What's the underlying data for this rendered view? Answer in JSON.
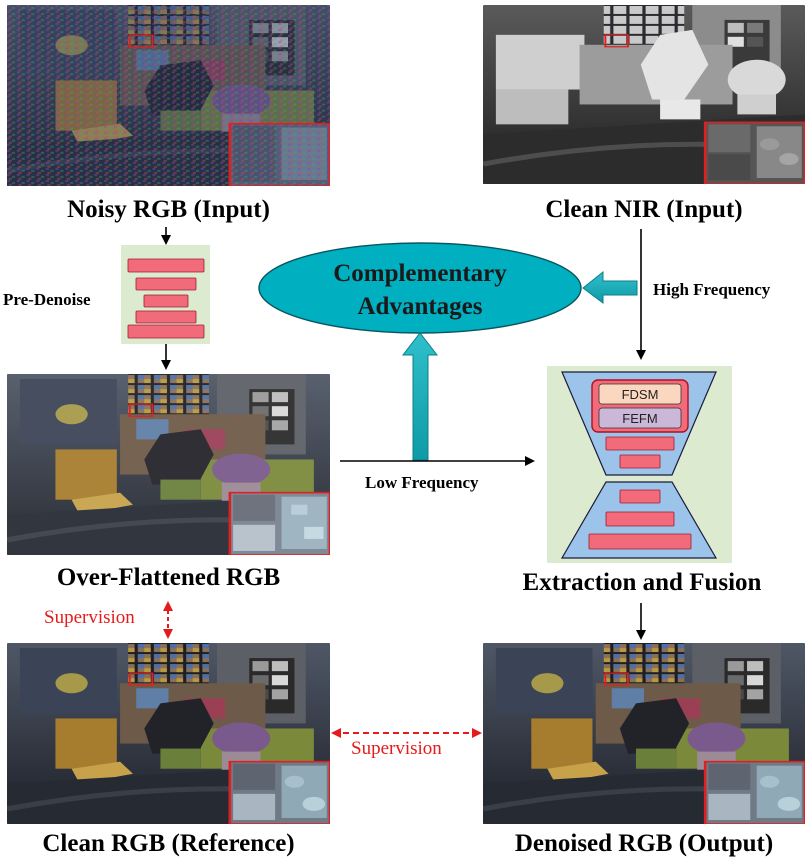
{
  "captions": {
    "noisy_rgb": "Noisy RGB (Input)",
    "clean_nir": "Clean NIR (Input)",
    "over_flattened": "Over-Flattened RGB",
    "extraction_fusion": "Extraction and Fusion",
    "clean_rgb": "Clean RGB (Reference)",
    "denoised_rgb": "Denoised RGB (Output)"
  },
  "labels": {
    "pre_denoise": "Pre-Denoise",
    "high_frequency": "High Frequency",
    "low_frequency": "Low Frequency",
    "supervision_vertical": "Supervision",
    "supervision_horizontal": "Supervision"
  },
  "ellipse": {
    "line1": "Complementary",
    "line2": "Advantages"
  },
  "modules": {
    "fdsm": "FDSM",
    "fefm": "FEFM"
  },
  "colors": {
    "ellipse_fill": "#00b0c0",
    "arrow_teal": "#13a9b6",
    "block_pink": "#f26b7a",
    "panel_green": "#dcebd0",
    "trapezoid_blue": "#9cc3ea",
    "supervision_red": "#e61a1a",
    "fdsm_fill": "#fbd7bf",
    "fefm_fill": "#cbb7d8"
  }
}
